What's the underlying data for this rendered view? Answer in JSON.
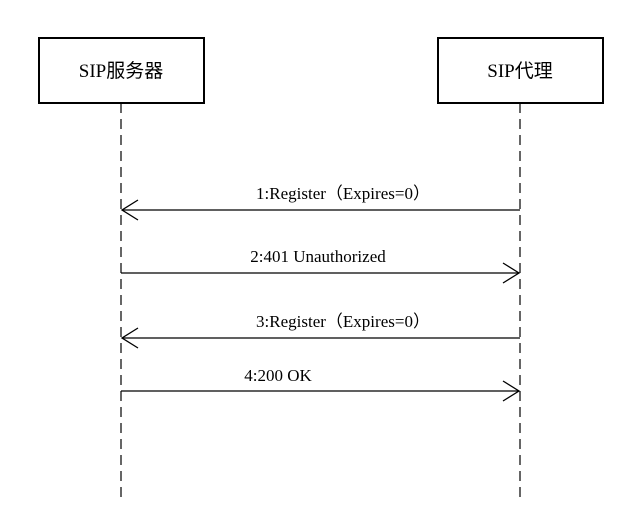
{
  "actors": [
    {
      "id": "server",
      "label": "SIP服务器"
    },
    {
      "id": "proxy",
      "label": "SIP代理"
    }
  ],
  "messages": [
    {
      "label": "1:Register（Expires=0）",
      "from": "proxy",
      "to": "server"
    },
    {
      "label": "2:401 Unauthorized",
      "from": "server",
      "to": "proxy"
    },
    {
      "label": "3:Register（Expires=0）",
      "from": "proxy",
      "to": "server"
    },
    {
      "label": "4:200 OK",
      "from": "server",
      "to": "proxy"
    }
  ]
}
